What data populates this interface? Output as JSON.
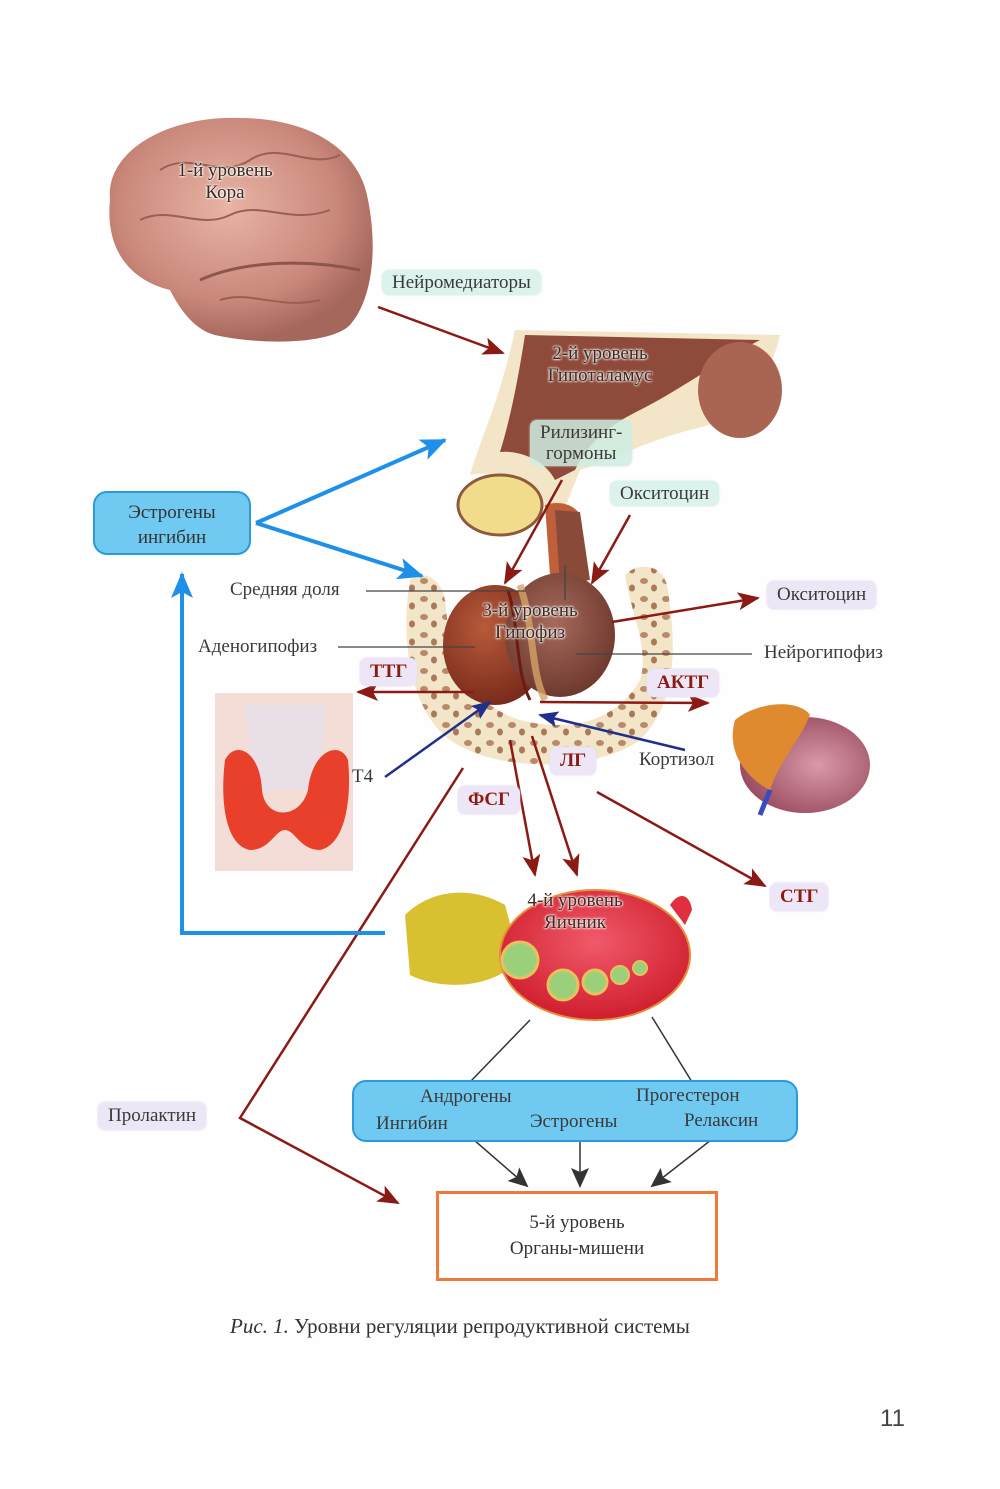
{
  "figure": {
    "caption_prefix": "Рис. 1.",
    "caption_text": "Уровни регуляции репродуктивной системы",
    "page_number": "11"
  },
  "levels": {
    "level1": {
      "line1": "1-й уровень",
      "line2": "Кора"
    },
    "level2": {
      "line1": "2-й уровень",
      "line2": "Гипоталамус"
    },
    "level3": {
      "line1": "3-й уровень",
      "line2": "Гипофиз"
    },
    "level4": {
      "line1": "4-й уровень",
      "line2": "Яичник"
    },
    "level5": {
      "line1": "5-й уровень",
      "line2": "Органы-мишени"
    }
  },
  "signals": {
    "neuromediators": "Нейромедиаторы",
    "releasing_line1": "Рилизинг-",
    "releasing_line2": "гормоны",
    "oxytocin_hypothalamus": "Окситоцин",
    "oxytocin_out": "Окситоцин",
    "ttg": "ТТГ",
    "aktg": "АКТГ",
    "fsg": "ФСГ",
    "lg": "ЛГ",
    "stg": "СТГ",
    "prolactin": "Пролактин",
    "t4": "Т4",
    "cortisol": "Кортизол"
  },
  "anatomy_labels": {
    "middle_lobe": "Средняя доля",
    "adenohypophysis": "Аденогипофиз",
    "neurohypophysis": "Нейрогипофиз"
  },
  "feedback_box": {
    "line1": "Эстрогены",
    "line2": "ингибин"
  },
  "ovary_hormones": {
    "androgens": "Андрогены",
    "progesterone": "Прогестерон",
    "inhibin": "Ингибин",
    "estrogens": "Эстрогены",
    "relaxin": "Релаксин"
  },
  "colors": {
    "hormone_arrow": "#8b1a14",
    "feedback_arrow": "#1e90e8",
    "inhibit_arrow": "#1f2f8c",
    "target_border": "#f07a3c",
    "blue_box_fill": "#6fc9f0",
    "mint_tag": "#dcf2ec",
    "lavender_tag": "#ece6f6"
  }
}
